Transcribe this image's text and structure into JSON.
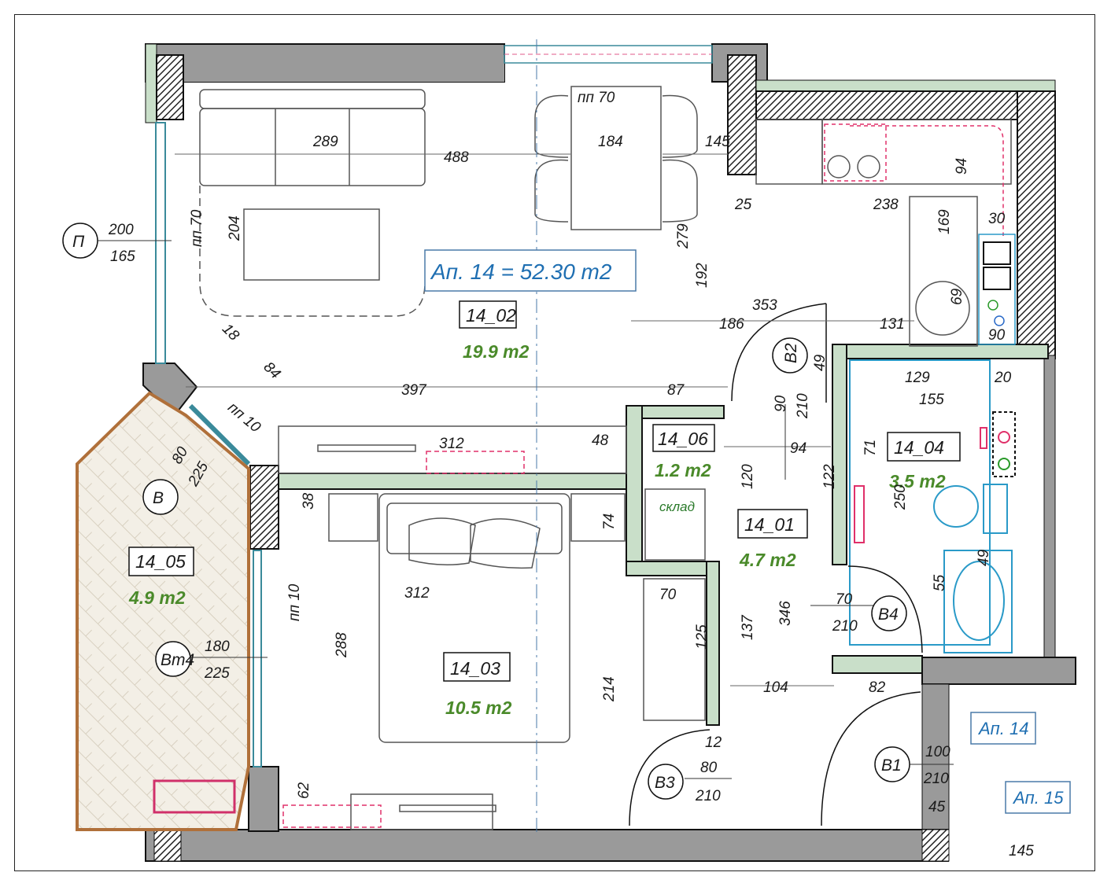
{
  "apartment": {
    "title": "Ап.  14 = 52.30 m2",
    "label_14": "Ап. 14",
    "label_15": "Ап. 15"
  },
  "rooms": [
    {
      "id": "14_02",
      "area": "19.9 m2"
    },
    {
      "id": "14_03",
      "area": "10.5 m2"
    },
    {
      "id": "14_01",
      "area": "4.7 m2"
    },
    {
      "id": "14_04",
      "area": "3.5 m2"
    },
    {
      "id": "14_05",
      "area": "4.9 m2"
    },
    {
      "id": "14_06",
      "area": "1.2 m2",
      "note": "склад"
    }
  ],
  "openings": [
    {
      "tag": "П",
      "top": "200",
      "bottom": "165"
    },
    {
      "tag": "В",
      "top": "80",
      "bottom": "225"
    },
    {
      "tag": "Вт4",
      "top": "180",
      "bottom": "225"
    },
    {
      "tag": "В2",
      "top": "90",
      "bottom": "210"
    },
    {
      "tag": "В4",
      "top": "70",
      "bottom": "210"
    },
    {
      "tag": "В3",
      "top": "80",
      "bottom": "210"
    },
    {
      "tag": "В1",
      "top": "100",
      "bottom": "210"
    }
  ],
  "notes": {
    "pp70_top": "пп 70",
    "pp70_left": "пп 70",
    "pp10_bay": "пп 10",
    "pp10_bed": "пп 10"
  },
  "dimensions": {
    "d289": "289",
    "d488": "488",
    "d184": "184",
    "d145a": "145",
    "d204": "204",
    "d279": "279",
    "d192": "192",
    "d25": "25",
    "d238": "238",
    "d94a": "94",
    "d169": "169",
    "d30": "30",
    "d69": "69",
    "d90": "90",
    "d353": "353",
    "d186": "186",
    "d131": "131",
    "d18": "18",
    "d84": "84",
    "d397": "397",
    "d87": "87",
    "d49": "49",
    "d129": "129",
    "d20": "20",
    "d155": "155",
    "d312a": "312",
    "d48": "48",
    "d94b": "94",
    "d71": "71",
    "d120": "120",
    "d122": "122",
    "d250": "250",
    "d38": "38",
    "d74": "74",
    "d312b": "312",
    "d70": "70",
    "d55": "55",
    "d49b": "49",
    "d288": "288",
    "d346": "346",
    "d137": "137",
    "d125": "125",
    "d104": "104",
    "d82": "82",
    "d214": "214",
    "d12": "12",
    "d45": "45",
    "d62": "62",
    "d145b": "145"
  }
}
